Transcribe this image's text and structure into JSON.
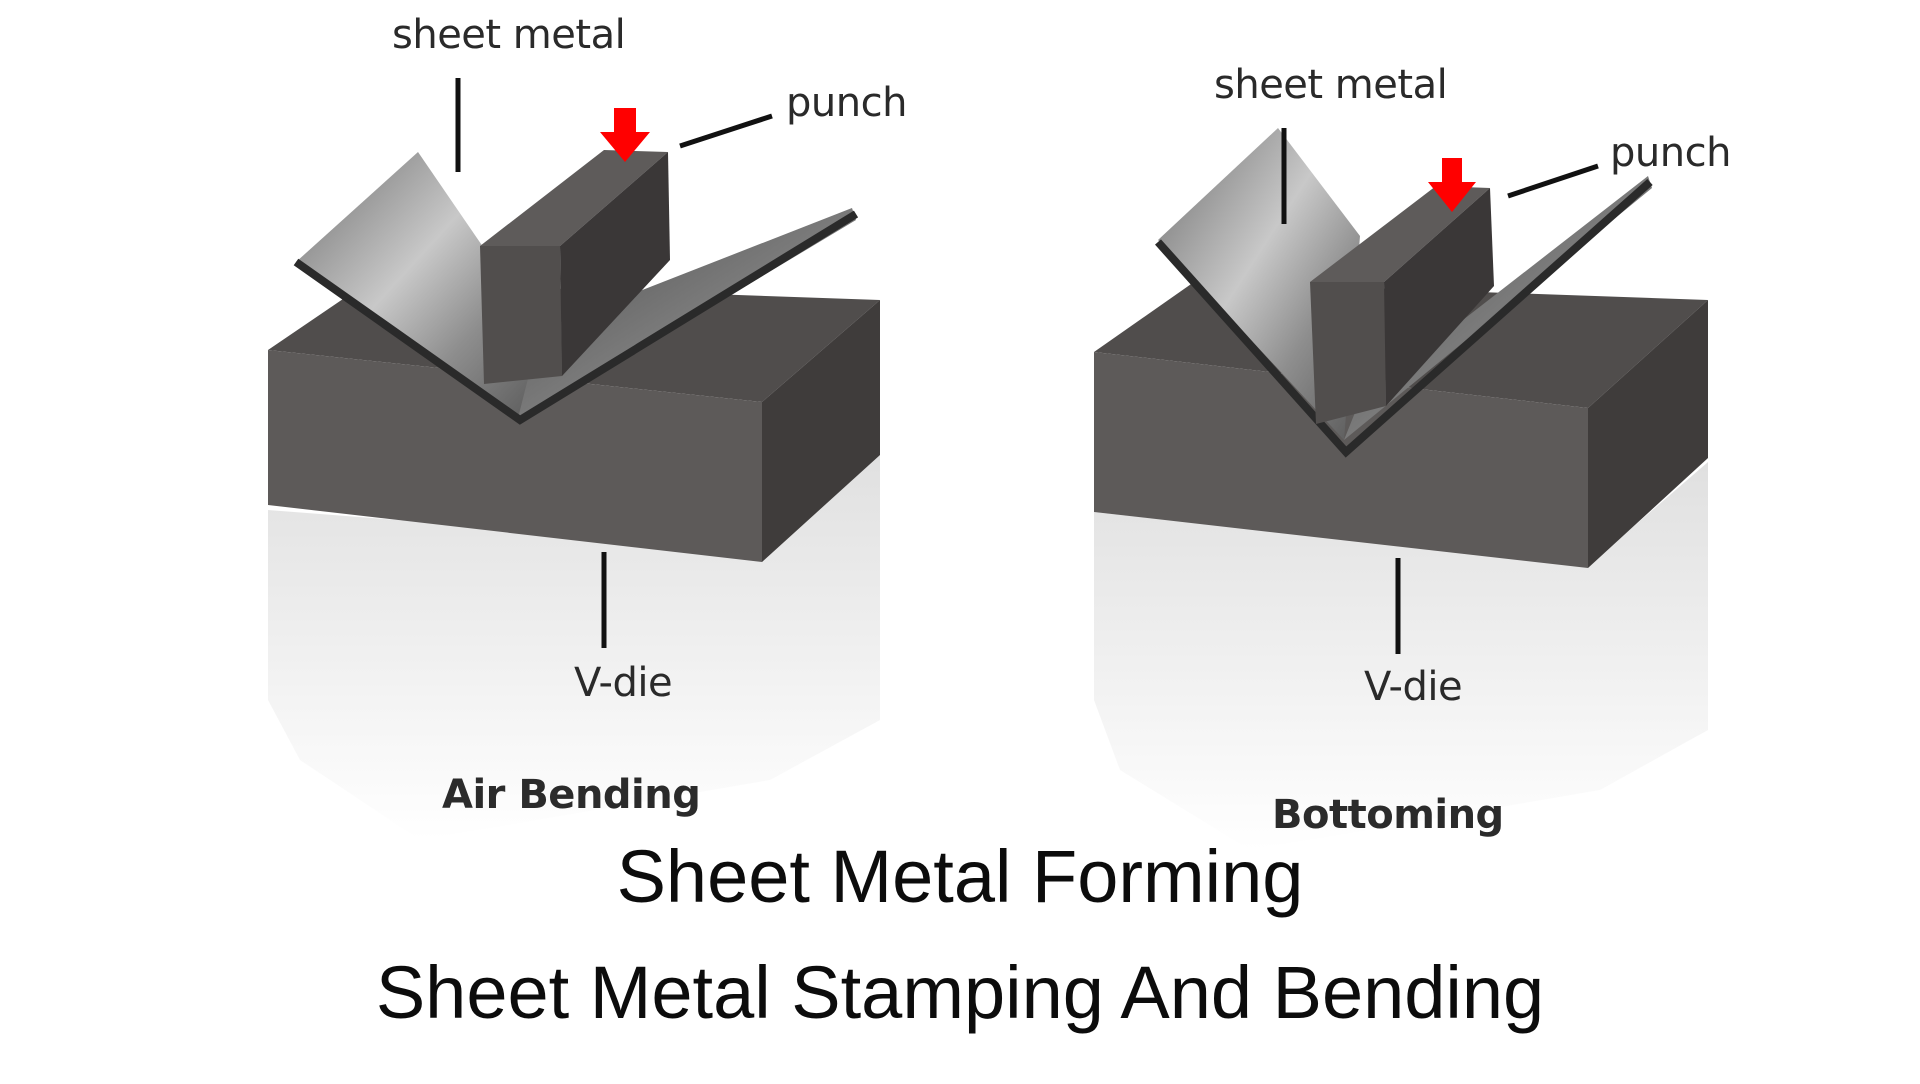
{
  "left_panel": {
    "sheet_metal_label": "sheet metal",
    "punch_label": "punch",
    "die_label": "V-die",
    "caption": "Air Bending"
  },
  "right_panel": {
    "sheet_metal_label": "sheet metal",
    "punch_label": "punch",
    "die_label": "V-die",
    "caption": "Bottoming"
  },
  "footer": {
    "title_line1": "Sheet Metal Forming",
    "title_line2": "Sheet Metal Stamping And Bending"
  },
  "colors": {
    "die_front": "#5d5a59",
    "die_top": "#504d4c",
    "die_side": "#3f3c3b",
    "punch_front": "#514e4d",
    "punch_side": "#3a3737",
    "arrow": "#ff0000",
    "leader_line": "#111111"
  }
}
